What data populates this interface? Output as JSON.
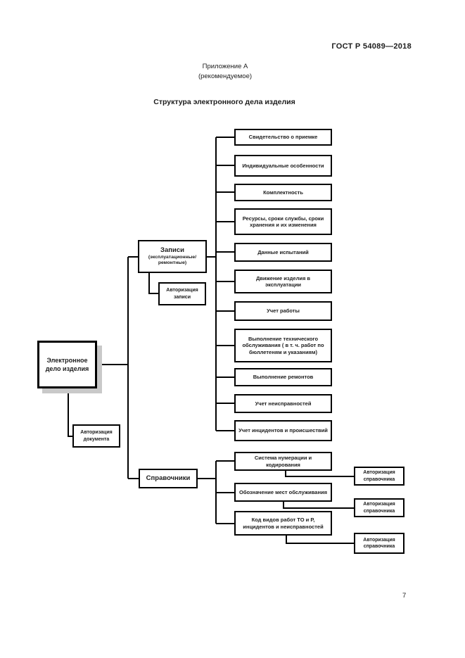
{
  "page": {
    "header": "ГОСТ Р 54089—2018",
    "appendix_heading": "Приложение А",
    "appendix_note": "(рекомендуемое)",
    "title": "Структура электронного дела изделия",
    "page_number": "7"
  },
  "colors": {
    "line": "#000000",
    "box_background": "#ffffff",
    "root_shadow": "#c9c9c9"
  },
  "diagram": {
    "root_label": "Электронное дело изделия",
    "document_auth_label": "Авторизация документа",
    "records": {
      "title": "Записи",
      "subtitle": "(эксплуатационные/ ремонтные)",
      "record_auth_label": "Авторизация записи",
      "items": [
        "Свидетельство о приемке",
        "Индивидуальные особенности",
        "Комплектность",
        "Ресурсы, сроки службы, сроки хранения и их изменения",
        "Данные испытаний",
        "Движение изделия в эксплуатации",
        "Учет работы",
        "Выполнение технического обслуживания ( в т. ч. работ по бюллетеням и указаниям)",
        "Выполнение ремонтов",
        "Учет неисправностей",
        "Учет инцидентов и происшествий"
      ]
    },
    "directories": {
      "title": "Справочники",
      "items": [
        "Система нумерации и кодирования",
        "Обозначение мест обслуживания",
        "Код видов работ ТО и Р, инцидентов и неисправностей"
      ],
      "auth_labels": [
        "Авторизация справочника",
        "Авторизация справочника",
        "Авторизация справочника"
      ]
    }
  }
}
